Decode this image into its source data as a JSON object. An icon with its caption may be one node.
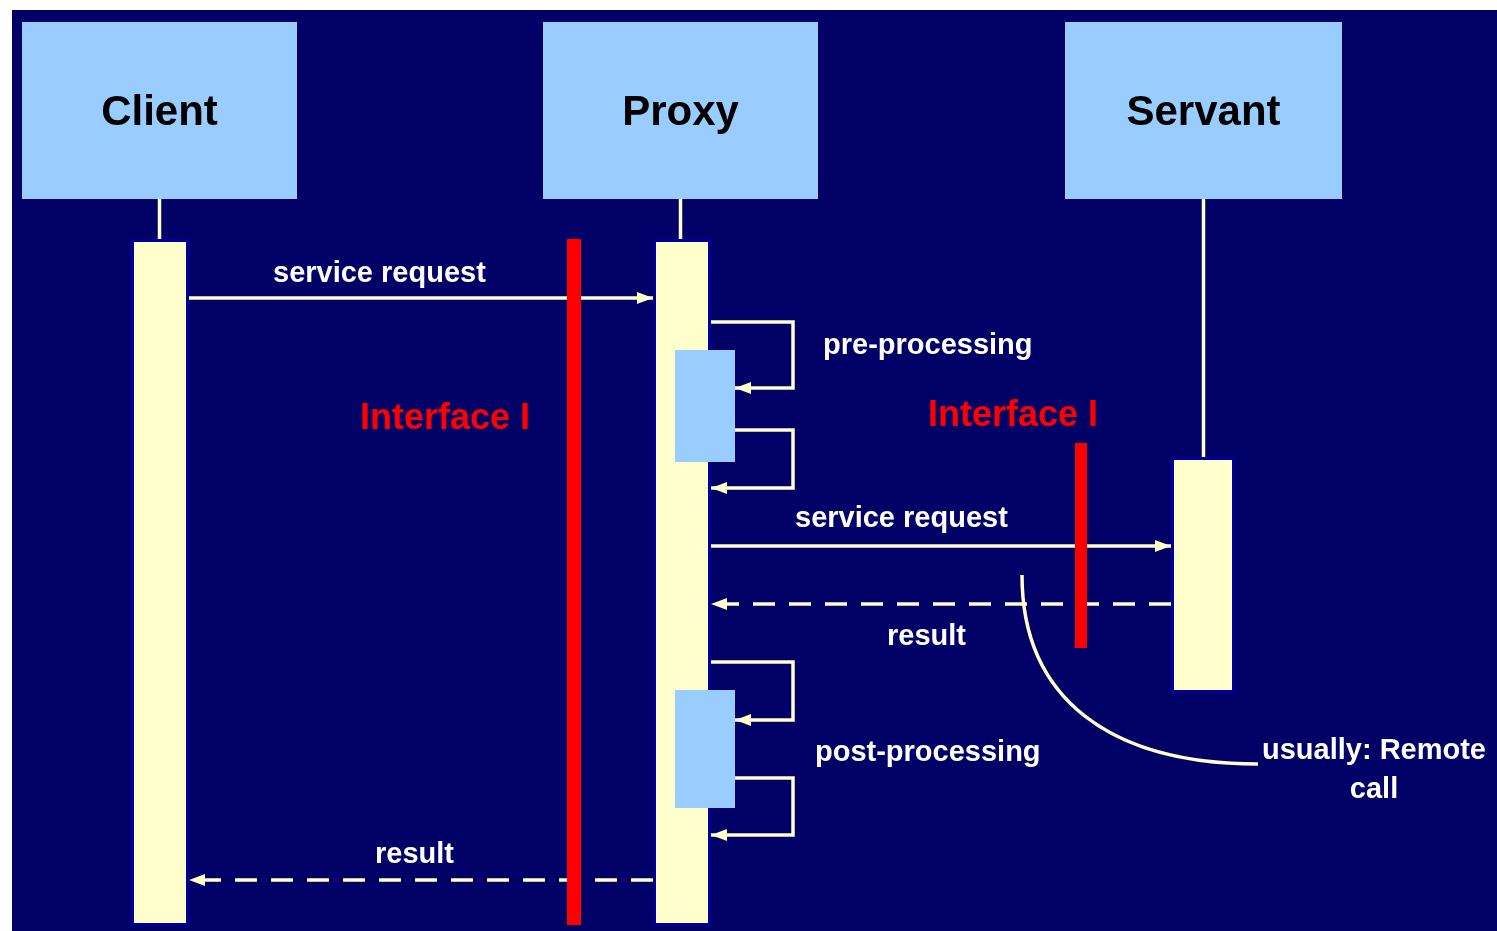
{
  "diagram": {
    "nodes": [
      {
        "text": [
          "Client"
        ]
      },
      {
        "text": [
          "Proxy"
        ]
      },
      {
        "text": [
          "Servant"
        ]
      },
      {
        "text": [],
        "shape": "bar"
      },
      {
        "text": [],
        "shape": "bar"
      },
      {
        "text": [],
        "shape": "box"
      },
      {
        "text": [],
        "shape": "box"
      },
      {
        "text": [],
        "shape": "bar"
      },
      {
        "text": [
          "usually: Remote call"
        ]
      },
      {
        "text": [],
        "shape": "bar"
      },
      {
        "text": [],
        "shape": "bar"
      }
    ],
    "edges": [
      {
        "from": 0,
        "to": 3,
        "arrow": "none"
      },
      {
        "from": 1,
        "to": 4,
        "arrow": "none"
      },
      {
        "from": 2,
        "to": 7,
        "arrow": "none"
      },
      {
        "from": 3,
        "to": 4,
        "arrow": "to",
        "label": "service request"
      },
      {
        "from": 4,
        "to": 5,
        "arrow": "to"
      },
      {
        "from": 5,
        "to": 4,
        "arrow": "to"
      },
      {
        "from": 4,
        "to": 7,
        "arrow": "to",
        "label": "service request"
      },
      {
        "from": 7,
        "to": 4,
        "arrow": "to",
        "label": "result",
        "style": "dashed"
      },
      {
        "from": 4,
        "to": 6,
        "arrow": "to"
      },
      {
        "from": 6,
        "to": 4,
        "arrow": "to"
      },
      {
        "from": 4,
        "to": 3,
        "arrow": "to",
        "label": "result",
        "style": "dashed"
      },
      {
        "from": 8,
        "to": null,
        "arrow": "none"
      }
    ],
    "labels": [
      "pre-processing",
      "Interface I",
      "Interface I",
      "post-processing"
    ]
  }
}
